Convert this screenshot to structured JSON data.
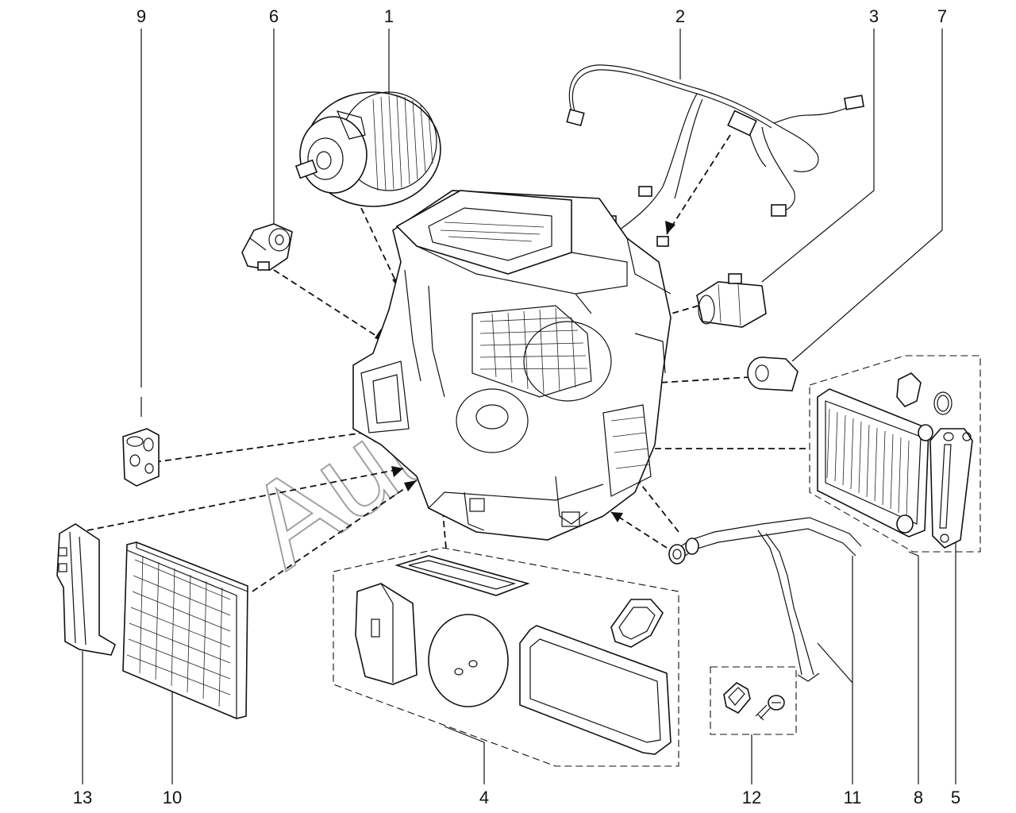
{
  "callouts": [
    {
      "id": "c1",
      "label": "1"
    },
    {
      "id": "c2",
      "label": "2"
    },
    {
      "id": "c3",
      "label": "3"
    },
    {
      "id": "c4",
      "label": "4"
    },
    {
      "id": "c5",
      "label": "5"
    },
    {
      "id": "c6",
      "label": "6"
    },
    {
      "id": "c7",
      "label": "7"
    },
    {
      "id": "c8",
      "label": "8"
    },
    {
      "id": "c9",
      "label": "9"
    },
    {
      "id": "c10",
      "label": "10"
    },
    {
      "id": "c11",
      "label": "11"
    },
    {
      "id": "c12",
      "label": "12"
    },
    {
      "id": "c13",
      "label": "13"
    }
  ],
  "watermark": "AutoSoft",
  "line_color": "#111111",
  "background": "#ffffff"
}
